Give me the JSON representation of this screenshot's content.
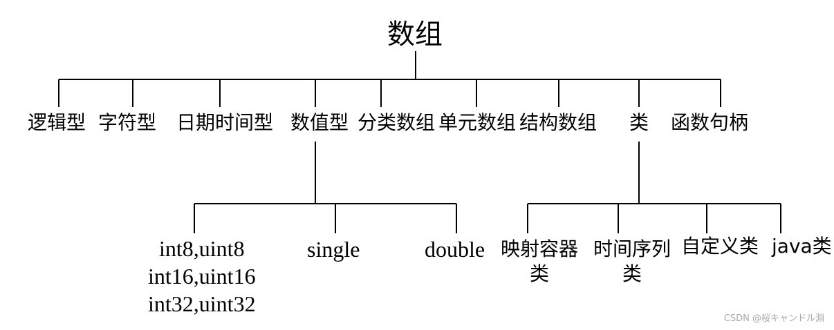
{
  "root": {
    "label": "数组"
  },
  "level1": [
    {
      "id": "logical",
      "label": "逻辑型"
    },
    {
      "id": "char",
      "label": "字符型"
    },
    {
      "id": "datetime",
      "label": "日期时间型"
    },
    {
      "id": "numeric",
      "label": "数值型"
    },
    {
      "id": "categorical",
      "label": "分类数组"
    },
    {
      "id": "cell",
      "label": "单元数组"
    },
    {
      "id": "struct",
      "label": "结构数组"
    },
    {
      "id": "class",
      "label": "类"
    },
    {
      "id": "handle",
      "label": "函数句柄"
    }
  ],
  "numeric_children": {
    "ints": [
      "int8,uint8",
      "int16,uint16",
      "int32,uint32"
    ],
    "single": "single",
    "double": "double"
  },
  "class_children": {
    "map": [
      "映射容器",
      "类"
    ],
    "timeseries": [
      "时间序列",
      "类"
    ],
    "custom": "自定义类",
    "java": "java类"
  },
  "watermark": "CSDN @桜キャンドル淵"
}
